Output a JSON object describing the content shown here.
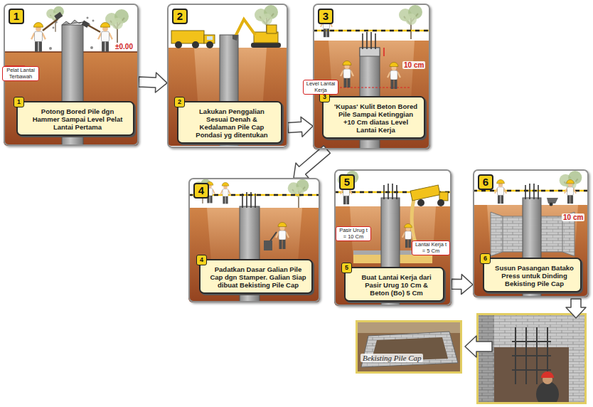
{
  "diagram": {
    "nodes": [
      {
        "text": [
          "1"
        ]
      },
      {
        "text": [
          "1",
          "Potong Bored Pile dgn Hammer Sampai Level Pelat Lantai Pertama"
        ],
        "in": 0
      },
      {
        "text": [
          "2"
        ]
      },
      {
        "text": [
          "2",
          "Lakukan Penggalian Sesuai Denah & Kedalaman Pile Cap Pondasi yg ditentukan"
        ],
        "in": 2
      },
      {
        "text": [
          "3"
        ]
      },
      {
        "text": [
          "3",
          "'Kupas' Kulit Beton Bored Pile Sampai Ketinggian +10 Cm diatas Level Lantai Kerja"
        ],
        "in": 4
      },
      {
        "text": [
          "4"
        ]
      },
      {
        "text": [
          "4",
          "Padatkan Dasar Galian Pile Cap dgn Stamper. Galian Siap dibuat Bekisting Pile Cap"
        ],
        "in": 6
      },
      {
        "text": [
          "5"
        ]
      },
      {
        "text": [
          "5",
          "Buat Lantai Kerja dari Pasir Urug 10 Cm & Beton (Bo) 5 Cm"
        ],
        "in": 8
      },
      {
        "text": [
          "6"
        ]
      },
      {
        "text": [
          "6",
          "Susun Pasangan Batako Press untuk Dinding Bekisting Pile Cap"
        ],
        "in": 10
      },
      {
        "text": [
          "Bekisting Pile Cap"
        ]
      }
    ],
    "edges": [
      {
        "from": 0,
        "to": 2,
        "arrow": "to"
      },
      {
        "from": 2,
        "to": 4,
        "arrow": "to"
      },
      {
        "from": 4,
        "to": 6,
        "arrow": "to"
      },
      {
        "from": 8,
        "to": 10,
        "arrow": "to"
      }
    ],
    "labels": [
      "Pelat Lantai Terbawah",
      "±0.00",
      "Level Lantai Kerja",
      "10 cm",
      "Pasir Urug t = 10 Cm",
      "Lantai Kerja t = 5 Cm",
      "10 cm"
    ]
  }
}
